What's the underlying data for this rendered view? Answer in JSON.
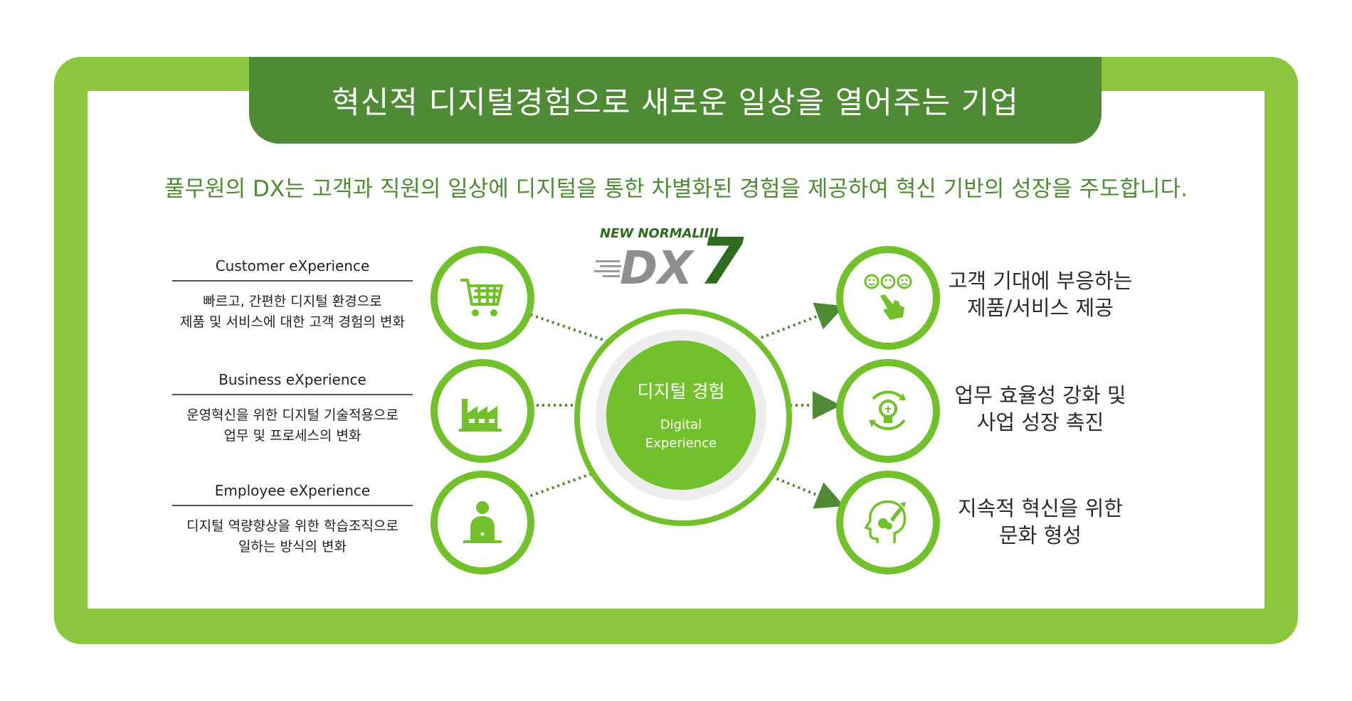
{
  "title": "혁신적 디지털경험으로 새로운 일상을 열어주는 기업",
  "subtitle": "풀무원의 DX는 고객과 직원의 일상에 디지털을 통한 차별화된 경험을 제공하여 혁신 기반의 성장을 주도합니다.",
  "logo": {
    "top": "NEW NORMAL",
    "bars": "IIII",
    "main": "DX",
    "number": "7"
  },
  "center": {
    "ko": "디지털 경험",
    "en_line1": "Digital",
    "en_line2": "Experience"
  },
  "left": [
    {
      "heading": "Customer eXperience",
      "line1": "빠르고, 간편한 디지털 환경으로",
      "line2": "제품 및 서비스에 대한 고객 경험의 변화",
      "icon": "shopping-cart-icon"
    },
    {
      "heading": "Business eXperience",
      "line1": "운영혁신을 위한 디지털 기술적용으로",
      "line2": "업무 및 프로세스의 변화",
      "icon": "factory-icon"
    },
    {
      "heading": "Employee eXperience",
      "line1": "디지털 역량향상을 위한 학습조직으로",
      "line2": "일하는 방식의 변화",
      "icon": "laptop-user-icon"
    }
  ],
  "right": [
    {
      "line1": "고객 기대에 부응하는",
      "line2": "제품/서비스 제공",
      "icon": "feedback-hand-icon"
    },
    {
      "line1": "업무 효율성 강화 및",
      "line2": "사업 성장 촉진",
      "icon": "lightbulb-cycle-icon"
    },
    {
      "line1": "지속적 혁신을 위한",
      "line2": "문화 형성",
      "icon": "head-rocket-icon"
    }
  ],
  "colors": {
    "frame": "#8cc63f",
    "title_bg": "#4f8a34",
    "ring": "#72c02c",
    "dark_green": "#2f6b1f"
  }
}
